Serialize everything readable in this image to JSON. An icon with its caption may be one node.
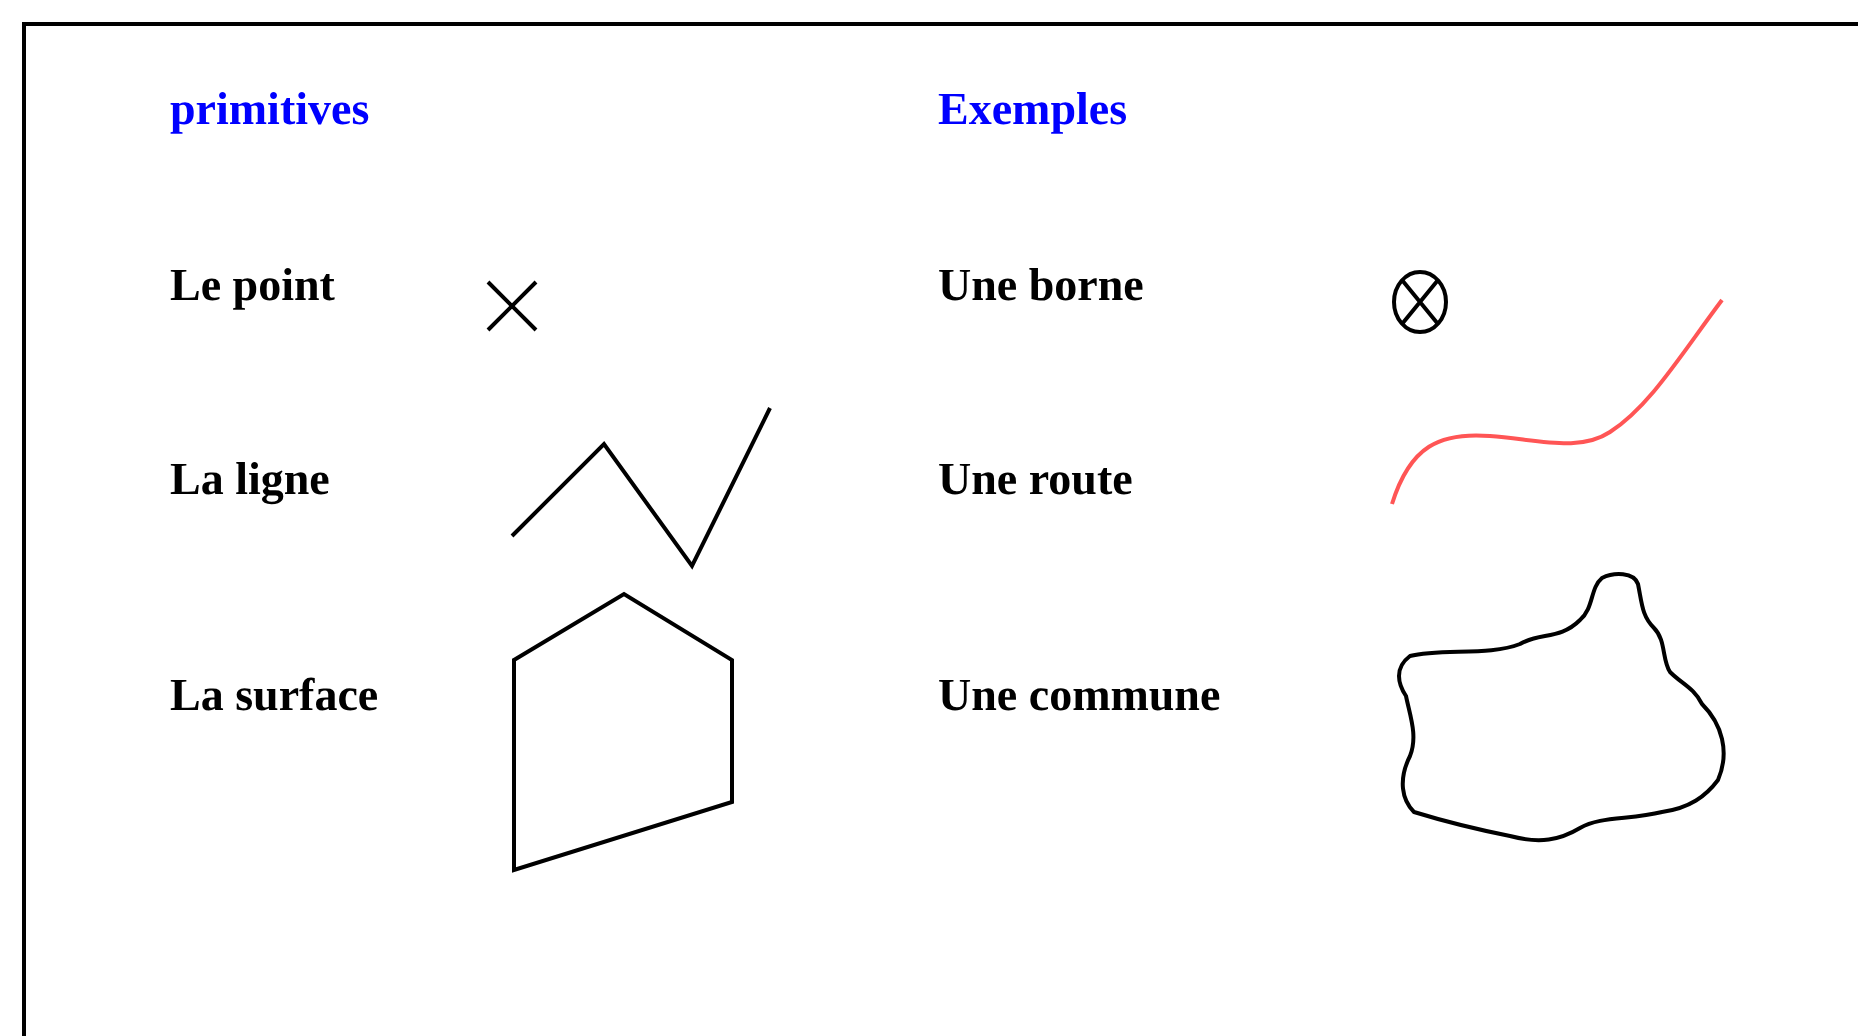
{
  "diagram": {
    "labels": [
      "primitives",
      "Exemples",
      "Le point",
      "Une borne",
      "La ligne",
      "Une route",
      "La surface",
      "Une commune"
    ]
  }
}
